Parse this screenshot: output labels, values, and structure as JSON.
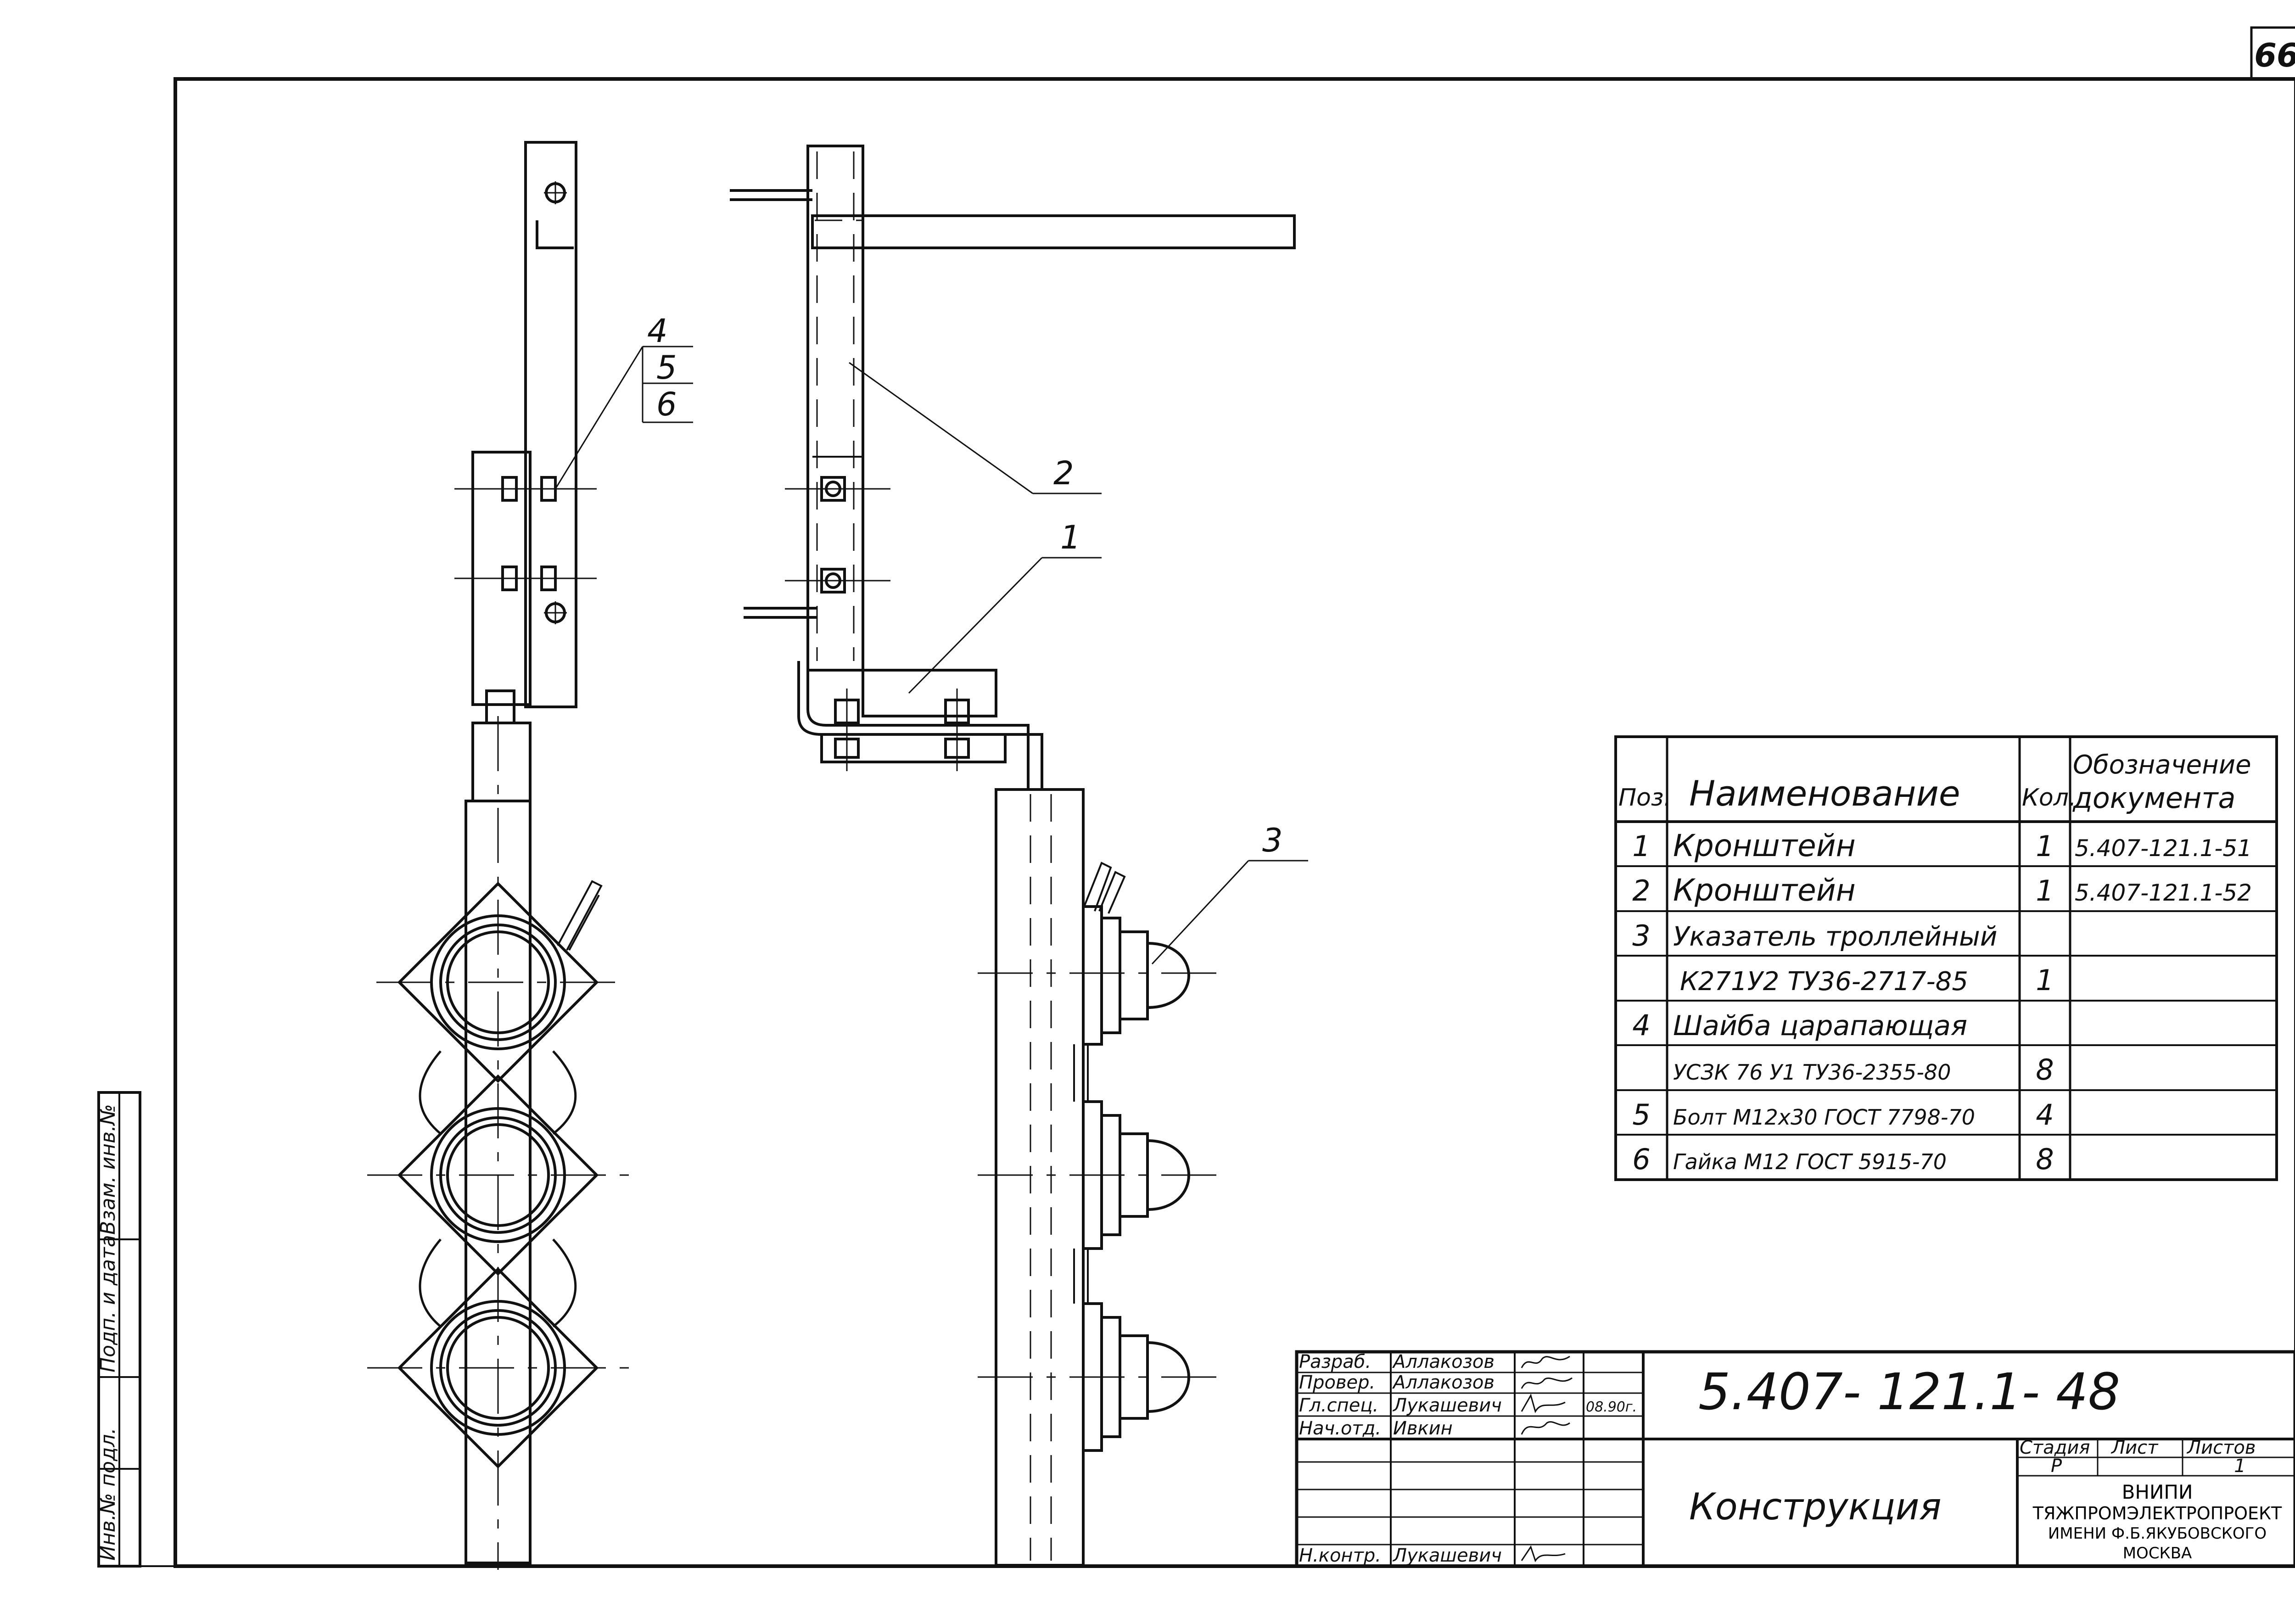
{
  "sheet_number": "66",
  "callouts": [
    "1",
    "2",
    "3",
    "4",
    "5",
    "6"
  ],
  "spec_table": {
    "headers": {
      "pos": "Поз.",
      "name": "Наименование",
      "qty": "Кол.",
      "doc_line1": "Обозначение",
      "doc_line2": "документа"
    },
    "rows": [
      {
        "pos": "1",
        "name": "Кронштейн",
        "qty": "1",
        "doc": "5.407-121.1-51"
      },
      {
        "pos": "2",
        "name": "Кронштейн",
        "qty": "1",
        "doc": "5.407-121.1-52"
      },
      {
        "pos": "3",
        "name": "Указатель троллейный",
        "qty": "",
        "doc": ""
      },
      {
        "pos": "",
        "name": "К271У2  ТУ36-2717-85",
        "qty": "1",
        "doc": ""
      },
      {
        "pos": "4",
        "name": "Шайба царапающая",
        "qty": "",
        "doc": ""
      },
      {
        "pos": "",
        "name": "УСЗК 76 У1  ТУ36-2355-80",
        "qty": "8",
        "doc": ""
      },
      {
        "pos": "5",
        "name": "Болт М12х30 ГОСТ 7798-70",
        "qty": "4",
        "doc": ""
      },
      {
        "pos": "6",
        "name": "Гайка М12 ГОСТ 5915-70",
        "qty": "8",
        "doc": ""
      }
    ]
  },
  "side_stamp": {
    "inv_orig": "Инв.№ подл.",
    "sign_date": "Подп. и дата",
    "replace": "Взам. инв.№"
  },
  "title_block": {
    "code": "5.407- 121.1- 48",
    "title": "Конструкция",
    "roles": [
      {
        "role": "Разраб.",
        "name": "Аллакозов"
      },
      {
        "role": "Провер.",
        "name": "Аллакозов"
      },
      {
        "role": "Гл.спец.",
        "name": "Лукашевич"
      },
      {
        "role": "Нач.отд.",
        "name": "Ивкин"
      },
      {
        "role": "",
        "name": ""
      },
      {
        "role": "",
        "name": ""
      },
      {
        "role": "",
        "name": ""
      },
      {
        "role": "Н.контр.",
        "name": "Лукашевич"
      }
    ],
    "date": "08.90г.",
    "stage_label": "Стадия",
    "sheet_label": "Лист",
    "sheets_label": "Листов",
    "stage": "Р",
    "sheet": "",
    "sheets": "1",
    "org_line1": "ВНИПИ",
    "org_line2": "ТЯЖПРОМЭЛЕКТРОПРОЕКТ",
    "org_line3": "ИМЕНИ Ф.Б.ЯКУБОВСКОГО",
    "org_line4": "МОСКВА"
  }
}
